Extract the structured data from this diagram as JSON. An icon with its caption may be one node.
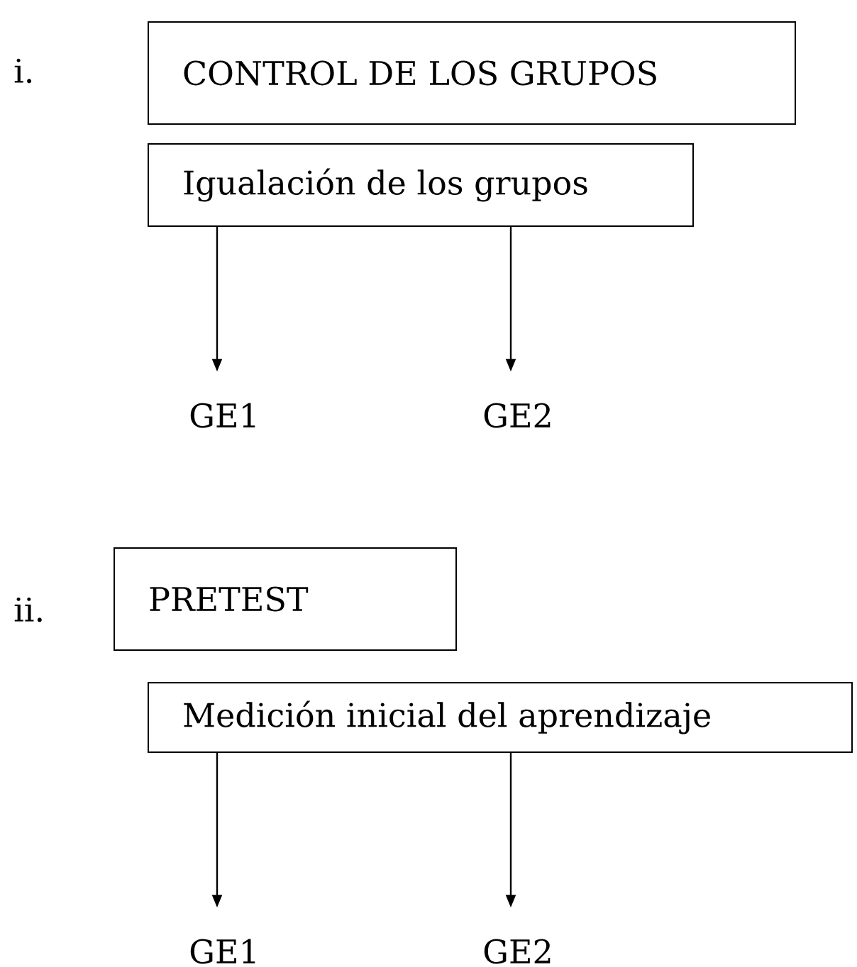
{
  "diagram": {
    "nodes": [
      {
        "text": [
          "CONTROL DE LOS GRUPOS"
        ]
      },
      {
        "text": [
          "Igualación de los grupos"
        ]
      },
      {
        "text": [
          "GE1"
        ]
      },
      {
        "text": [
          "GE2"
        ]
      },
      {
        "text": [
          "PRETEST"
        ]
      },
      {
        "text": [
          "Medición inicial del aprendizaje"
        ]
      },
      {
        "text": [
          "GE1"
        ]
      },
      {
        "text": [
          "GE2"
        ]
      }
    ],
    "edges": [
      {
        "from": 1,
        "to": 2,
        "arrow": "to"
      },
      {
        "from": 1,
        "to": 3,
        "arrow": "to"
      },
      {
        "from": 5,
        "to": 6,
        "arrow": "to"
      },
      {
        "from": 5,
        "to": 7,
        "arrow": "to"
      }
    ],
    "labels": [
      "i.",
      "ii."
    ]
  }
}
